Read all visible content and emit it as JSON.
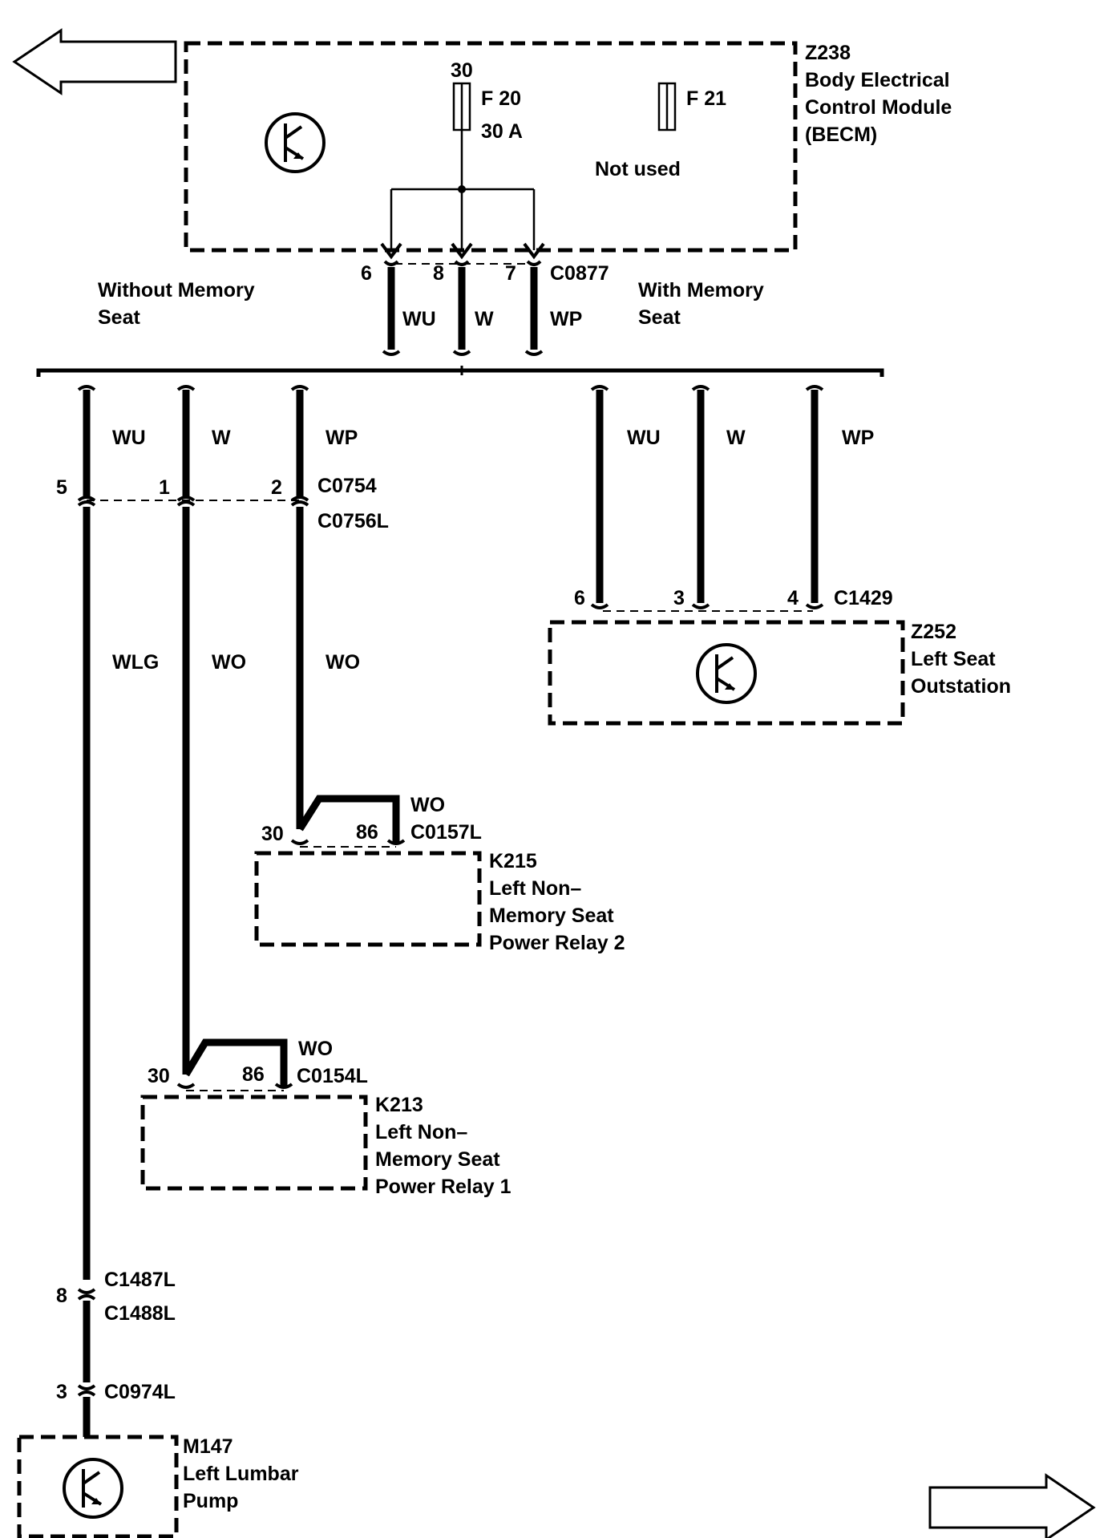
{
  "becm": {
    "id": "Z238",
    "name_lines": [
      "Body Electrical",
      "Control Module",
      "(BECM)"
    ],
    "fuse_supply": "30",
    "fuse_f20": "F 20",
    "fuse_f20_rating": "30 A",
    "fuse_f21": "F 21",
    "not_used": "Not used"
  },
  "c0877": {
    "id": "C0877",
    "pin_wu": "6",
    "pin_w": "8",
    "pin_wp": "7",
    "wire_wu": "WU",
    "wire_w": "W",
    "wire_wp": "WP"
  },
  "variants": {
    "without_lines": [
      "Without Memory",
      "Seat"
    ],
    "with_lines": [
      "With Memory",
      "Seat"
    ]
  },
  "left_branch": {
    "wire_wu": "WU",
    "wire_w": "W",
    "wire_wp": "WP",
    "connector_top": "C0754",
    "connector_bottom": "C0756L",
    "pin_wu": "5",
    "pin_w": "1",
    "pin_wp": "2",
    "wire_wlg": "WLG",
    "wire_wo_1": "WO",
    "wire_wo_2": "WO"
  },
  "right_branch": {
    "wire_wu": "WU",
    "wire_w": "W",
    "wire_wp": "WP",
    "connector": "C1429",
    "pin_wu": "6",
    "pin_w": "3",
    "pin_wp": "4"
  },
  "z252": {
    "id": "Z252",
    "name_lines": [
      "Left Seat",
      "Outstation"
    ]
  },
  "k215": {
    "wire": "WO",
    "connector": "C0157L",
    "pin_a": "30",
    "pin_b": "86",
    "id": "K215",
    "name_lines": [
      "Left Non–",
      "Memory Seat",
      "Power Relay 2"
    ]
  },
  "k213": {
    "wire": "WO",
    "connector": "C0154L",
    "pin_a": "30",
    "pin_b": "86",
    "id": "K213",
    "name_lines": [
      "Left Non–",
      "Memory Seat",
      "Power Relay 1"
    ]
  },
  "lumbar_line": {
    "pin_c1487": "8",
    "c1487": "C1487L",
    "c1488": "C1488L",
    "pin_c0974": "3",
    "c0974": "C0974L"
  },
  "m147": {
    "id": "M147",
    "name_lines": [
      "Left Lumbar",
      "Pump"
    ]
  }
}
